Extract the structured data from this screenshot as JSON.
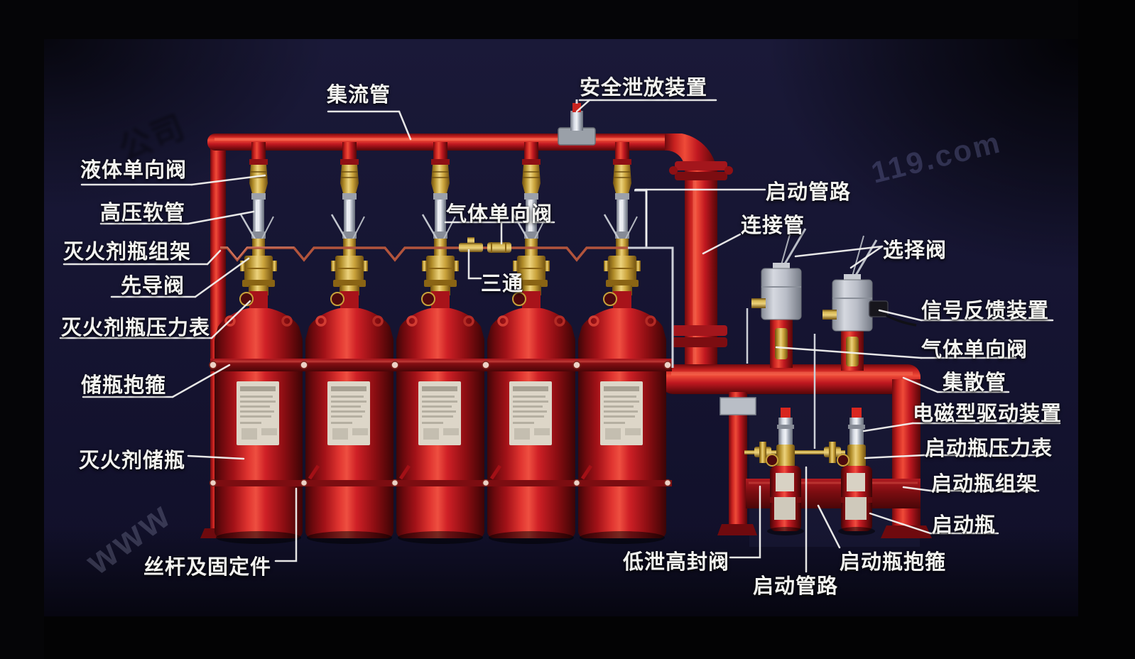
{
  "scene": {
    "background_color": "#050507",
    "photo_color": "#16152f",
    "pipe_red": "#c01920",
    "cylinder_red": "#cf2026",
    "brass_gold": "#c9a23a",
    "label_text_color": "#f3f3f0"
  },
  "watermarks": {
    "top_right": "119.com",
    "bottom_left": "www",
    "top_left_faint": "公司"
  },
  "labels": {
    "collector_pipe": {
      "text": "集流管"
    },
    "safety_release": {
      "text": "安全泄放装置"
    },
    "liquid_check_valve": {
      "text": "液体单向阀"
    },
    "high_pressure_hose": {
      "text": "高压软管"
    },
    "agent_bottle_rack": {
      "text": "灭火剂瓶组架"
    },
    "pilot_valve": {
      "text": "先导阀"
    },
    "agent_bottle_gauge": {
      "text": "灭火剂瓶压力表"
    },
    "bottle_clamp": {
      "text": "储瓶抱箍"
    },
    "agent_bottle": {
      "text": "灭火剂储瓶"
    },
    "screw_fixings": {
      "text": "丝杆及固定件"
    },
    "gas_check_valve_center": {
      "text": "气体单向阀"
    },
    "tee": {
      "text": "三通"
    },
    "start_pipeline_top": {
      "text": "启动管路"
    },
    "connecting_pipe": {
      "text": "连接管"
    },
    "selector_valve": {
      "text": "选择阀"
    },
    "signal_feedback": {
      "text": "信号反馈装置"
    },
    "gas_check_valve_right": {
      "text": "气体单向阀"
    },
    "distribution_manifold": {
      "text": "集散管"
    },
    "solenoid_drive": {
      "text": "电磁型驱动装置"
    },
    "starter_bottle_gauge": {
      "text": "启动瓶压力表"
    },
    "starter_bottle_rack": {
      "text": "启动瓶组架"
    },
    "starter_bottle": {
      "text": "启动瓶"
    },
    "starter_bottle_clamp": {
      "text": "启动瓶抱箍"
    },
    "low_leak_valve": {
      "text": "低泄高封阀"
    },
    "start_pipeline_bottom": {
      "text": "启动管路"
    }
  }
}
